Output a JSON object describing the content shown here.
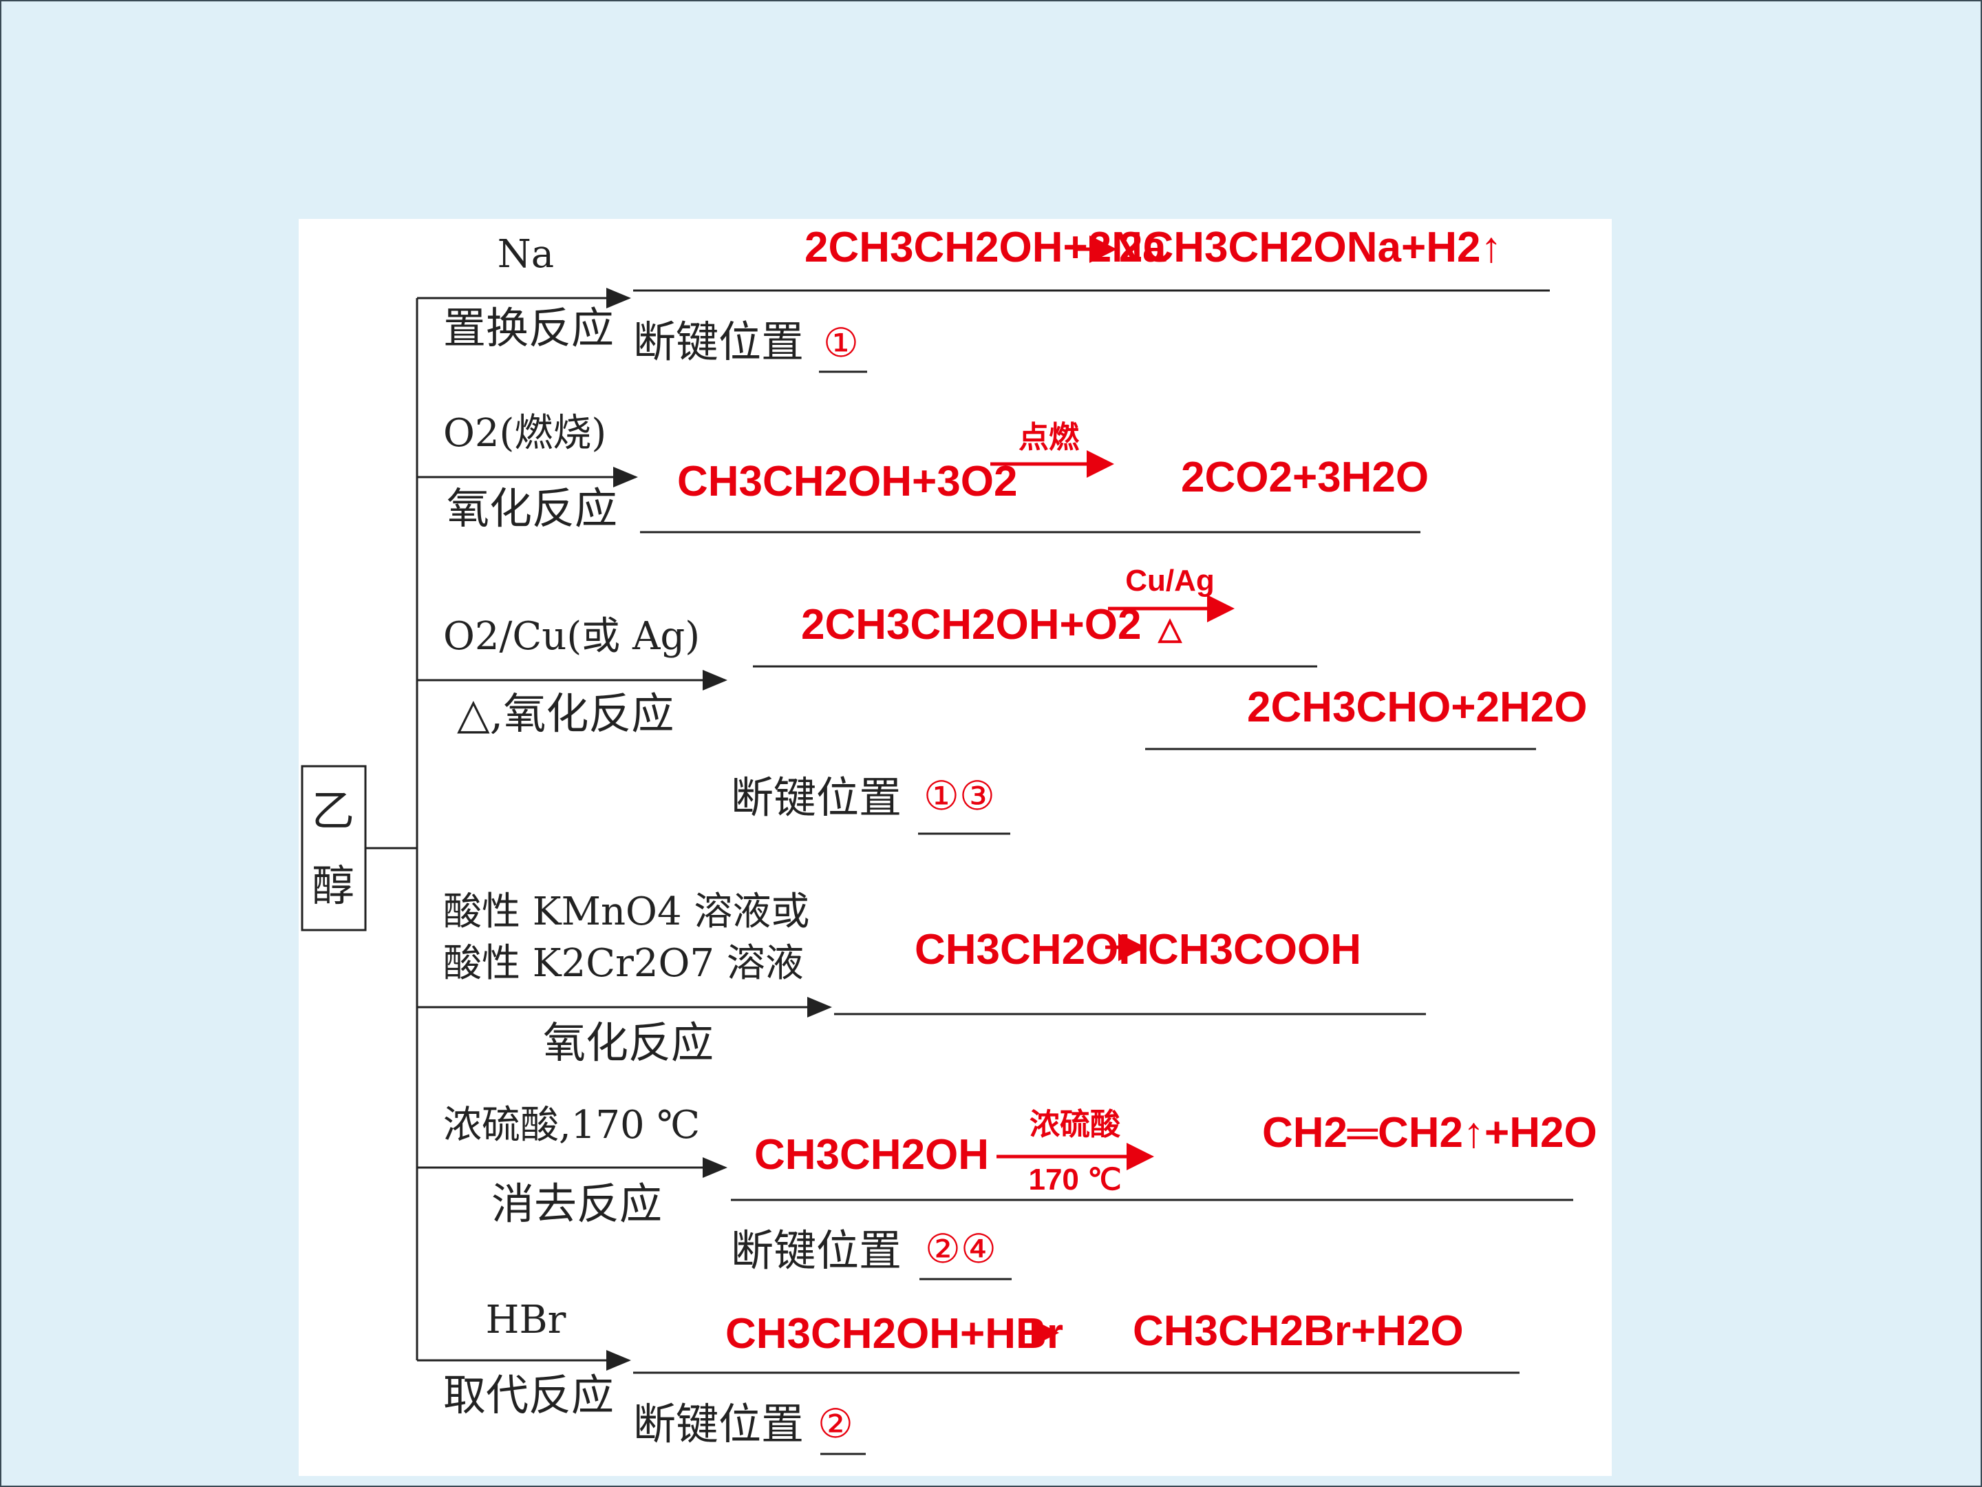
{
  "root": {
    "char1": "乙",
    "char2": "醇"
  },
  "break_label": "断键位置",
  "branches": [
    {
      "reagent": "Na",
      "reaction_type": "置换反应",
      "equation": {
        "lhs": "2CH3CH2OH+2Na",
        "rhs": "2CH3CH2ONa+H2↑"
      },
      "bond_position": "①"
    },
    {
      "reagent": "O2(燃烧)",
      "reaction_type": "氧化反应",
      "equation": {
        "lhs": "CH3CH2OH+3O2",
        "condition_top": "点燃",
        "rhs": "2CO2+3H2O"
      }
    },
    {
      "reagent": "O2/Cu(或 Ag)",
      "reaction_type": "△,氧化反应",
      "equation": {
        "lhs": "2CH3CH2OH+O2",
        "condition_top": "Cu/Ag",
        "condition_bottom": "△",
        "rhs": "2CH3CHO+2H2O"
      },
      "bond_position": "①③"
    },
    {
      "reagent_line1": "酸性 KMnO4 溶液或",
      "reagent_line2": "酸性 K2Cr2O7 溶液",
      "reaction_type": "氧化反应",
      "equation": {
        "lhs": "CH3CH2OH",
        "rhs": "CH3COOH"
      }
    },
    {
      "reagent": "浓硫酸,170 ℃",
      "reaction_type": "消去反应",
      "equation": {
        "lhs": "CH3CH2OH",
        "condition_top": "浓硫酸",
        "condition_bottom": "170 ℃",
        "rhs": "CH2═CH2↑+H2O"
      },
      "bond_position": "②④"
    },
    {
      "reagent": "HBr",
      "reaction_type": "取代反应",
      "equation": {
        "lhs": "CH3CH2OH+HBr",
        "rhs": "CH3CH2Br+H2O"
      },
      "bond_position": "②"
    }
  ],
  "colors": {
    "answer": "#e8000e",
    "ink": "#222222",
    "page_bg": "#dff0f8",
    "panel_bg": "#ffffff"
  }
}
